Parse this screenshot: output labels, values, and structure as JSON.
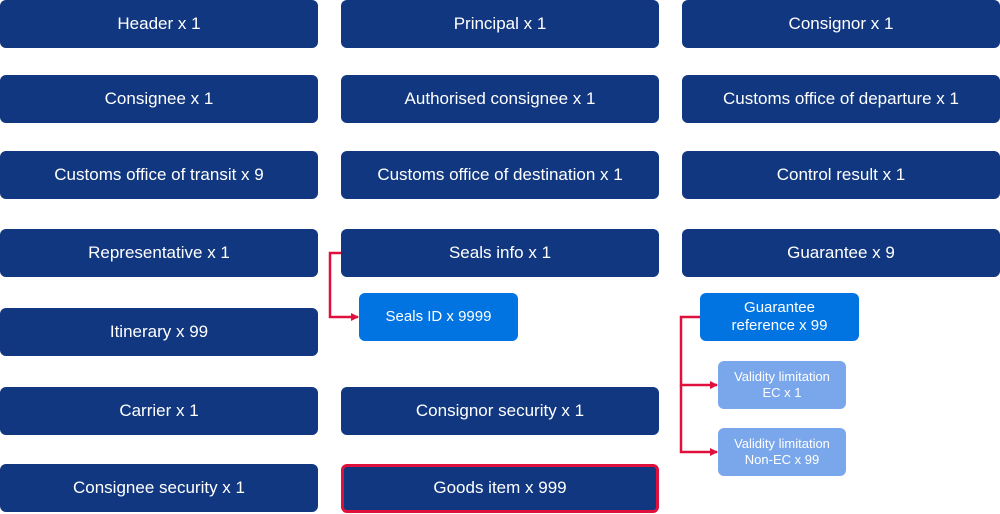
{
  "boxes": {
    "header": "Header x 1",
    "principal": "Principal x 1",
    "consignor": "Consignor x 1",
    "consignee": "Consignee x 1",
    "authorised_consignee": "Authorised consignee x 1",
    "customs_office_departure": "Customs office of departure x 1",
    "customs_office_transit": "Customs office of transit x 9",
    "customs_office_destination": "Customs office of destination x 1",
    "control_result": "Control result x 1",
    "representative": "Representative x 1",
    "seals_info": "Seals info x 1",
    "guarantee": "Guarantee x 9",
    "itinerary": "Itinerary x 99",
    "seals_id": "Seals ID x 9999",
    "guarantee_reference": "Guarantee reference x 99",
    "validity_ec": "Validity limitation EC x 1",
    "validity_non_ec": "Validity limitation Non-EC x 99",
    "carrier": "Carrier x 1",
    "consignor_security": "Consignor security x 1",
    "consignee_security": "Consignee security x 1",
    "goods_item": "Goods item x 999"
  },
  "colors": {
    "dark": "#10377f",
    "mid": "#0274e2",
    "light": "#7aa7ec",
    "highlight": "#e0103c"
  }
}
